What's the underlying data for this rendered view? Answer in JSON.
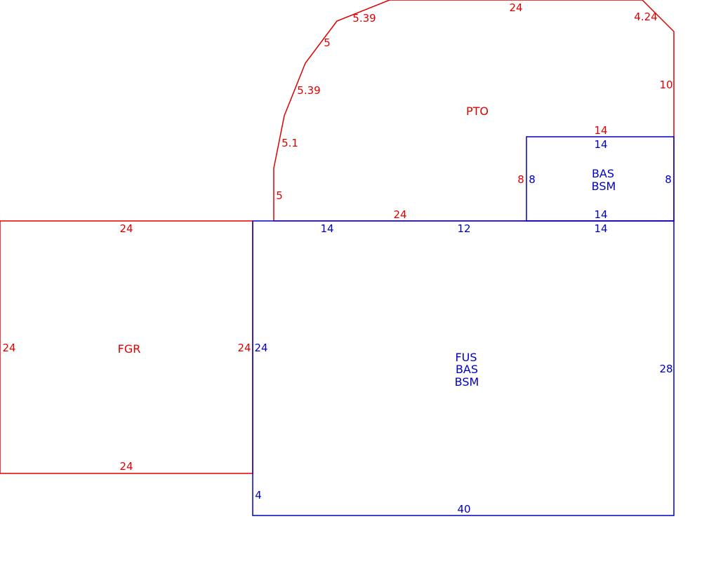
{
  "colors": {
    "red": "#e00000",
    "blue": "#0000c0",
    "background": "#ffffff"
  },
  "areas": {
    "fgr": {
      "lines": [
        "FGR"
      ]
    },
    "pto": {
      "lines": [
        "PTO"
      ]
    },
    "bas_small": {
      "lines": [
        "BAS",
        "BSM"
      ]
    },
    "fus": {
      "lines": [
        "FUS",
        "BAS",
        "BSM"
      ]
    }
  },
  "dimensions": {
    "pto_top": "24",
    "pto_top_left_diag": "5.39",
    "pto_top_right_diag": "4.24",
    "pto_right": "10",
    "pto_left_5a": "5",
    "pto_left_539": "5.39",
    "pto_left_51": "5.1",
    "pto_left_5b": "5",
    "pto_bottom": "24",
    "pto_over_bas_top": "14",
    "pto_left_of_bas": "8",
    "bas_top": "14",
    "bas_left": "8",
    "bas_right": "8",
    "bas_bottom": "14",
    "fgr_top": "24",
    "fgr_left": "24",
    "fgr_right": "24",
    "fgr_bottom": "24",
    "fus_top_a": "14",
    "fus_top_b": "12",
    "fus_top_c": "14",
    "fus_left_upper": "24",
    "fus_left_lower": "4",
    "fus_right": "28",
    "fus_bottom": "40"
  }
}
